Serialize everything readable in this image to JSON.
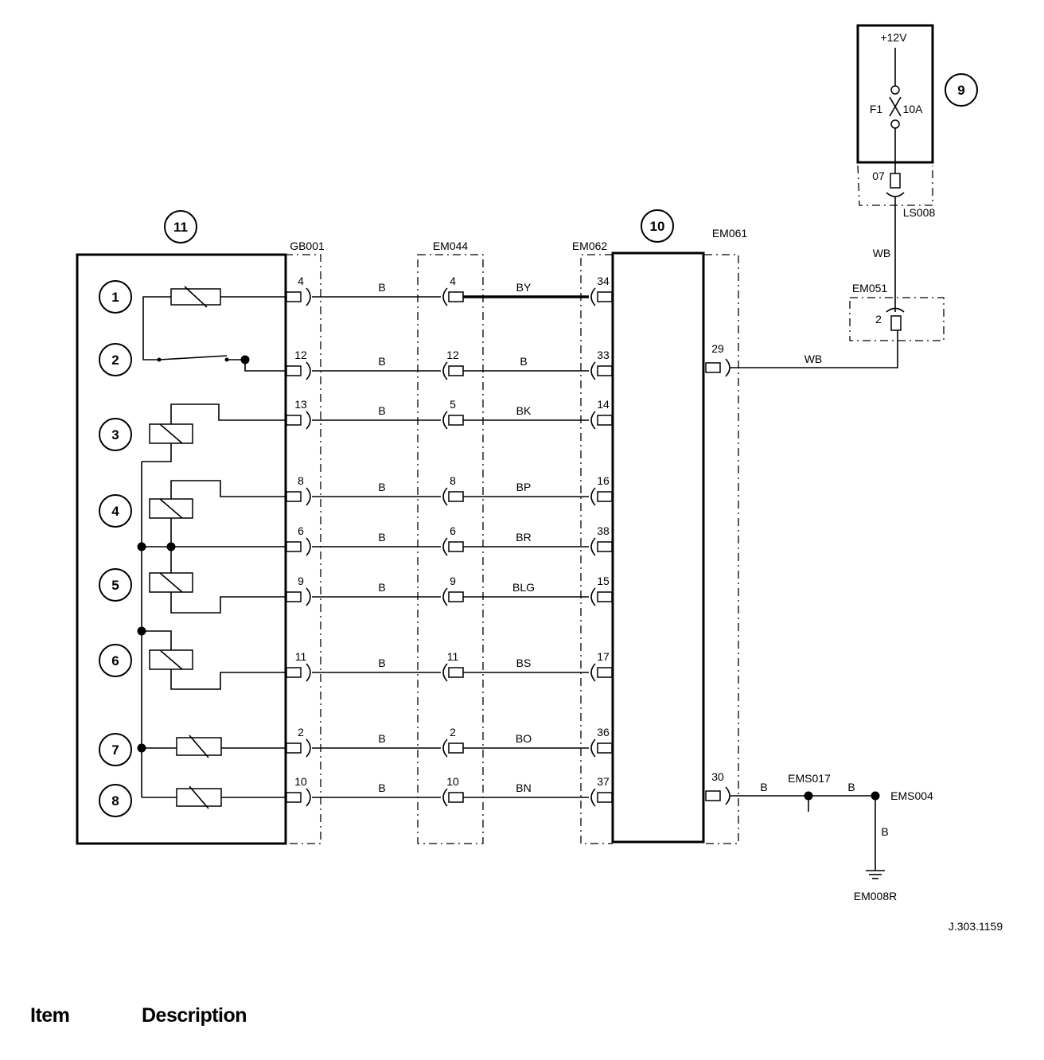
{
  "items": {
    "i1": "1",
    "i2": "2",
    "i3": "3",
    "i4": "4",
    "i5": "5",
    "i6": "6",
    "i7": "7",
    "i8": "8",
    "i9": "9",
    "i10": "10",
    "i11": "11"
  },
  "connectors": {
    "gb001": "GB001",
    "em044": "EM044",
    "em062": "EM062",
    "em061": "EM061",
    "em051": "EM051",
    "ls008": "LS008",
    "ems017": "EMS017",
    "ems004": "EMS004",
    "em008r": "EM008R"
  },
  "supply": {
    "voltage": "+12V",
    "fuse": "F1",
    "rating": "10A",
    "pin": "07"
  },
  "rows": [
    {
      "gb": "4",
      "wire1": "B",
      "em044": "4",
      "wire2": "BY",
      "em062": "34"
    },
    {
      "gb": "12",
      "wire1": "B",
      "em044": "12",
      "wire2": "B",
      "em062": "33"
    },
    {
      "gb": "13",
      "wire1": "B",
      "em044": "5",
      "wire2": "BK",
      "em062": "14"
    },
    {
      "gb": "8",
      "wire1": "B",
      "em044": "8",
      "wire2": "BP",
      "em062": "16"
    },
    {
      "gb": "6",
      "wire1": "B",
      "em044": "6",
      "wire2": "BR",
      "em062": "38"
    },
    {
      "gb": "9",
      "wire1": "B",
      "em044": "9",
      "wire2": "BLG",
      "em062": "15"
    },
    {
      "gb": "11",
      "wire1": "B",
      "em044": "11",
      "wire2": "BS",
      "em062": "17"
    },
    {
      "gb": "2",
      "wire1": "B",
      "em044": "2",
      "wire2": "BO",
      "em062": "36"
    },
    {
      "gb": "10",
      "wire1": "B",
      "em044": "10",
      "wire2": "BN",
      "em062": "37"
    }
  ],
  "right": {
    "pin29": "29",
    "wb_h": "WB",
    "wb_v": "WB",
    "em051_pin": "2",
    "pin30": "30",
    "b1": "B",
    "b2": "B",
    "b3": "B"
  },
  "ref": "J.303.1159",
  "legend": {
    "item": "Item",
    "description": "Description"
  }
}
